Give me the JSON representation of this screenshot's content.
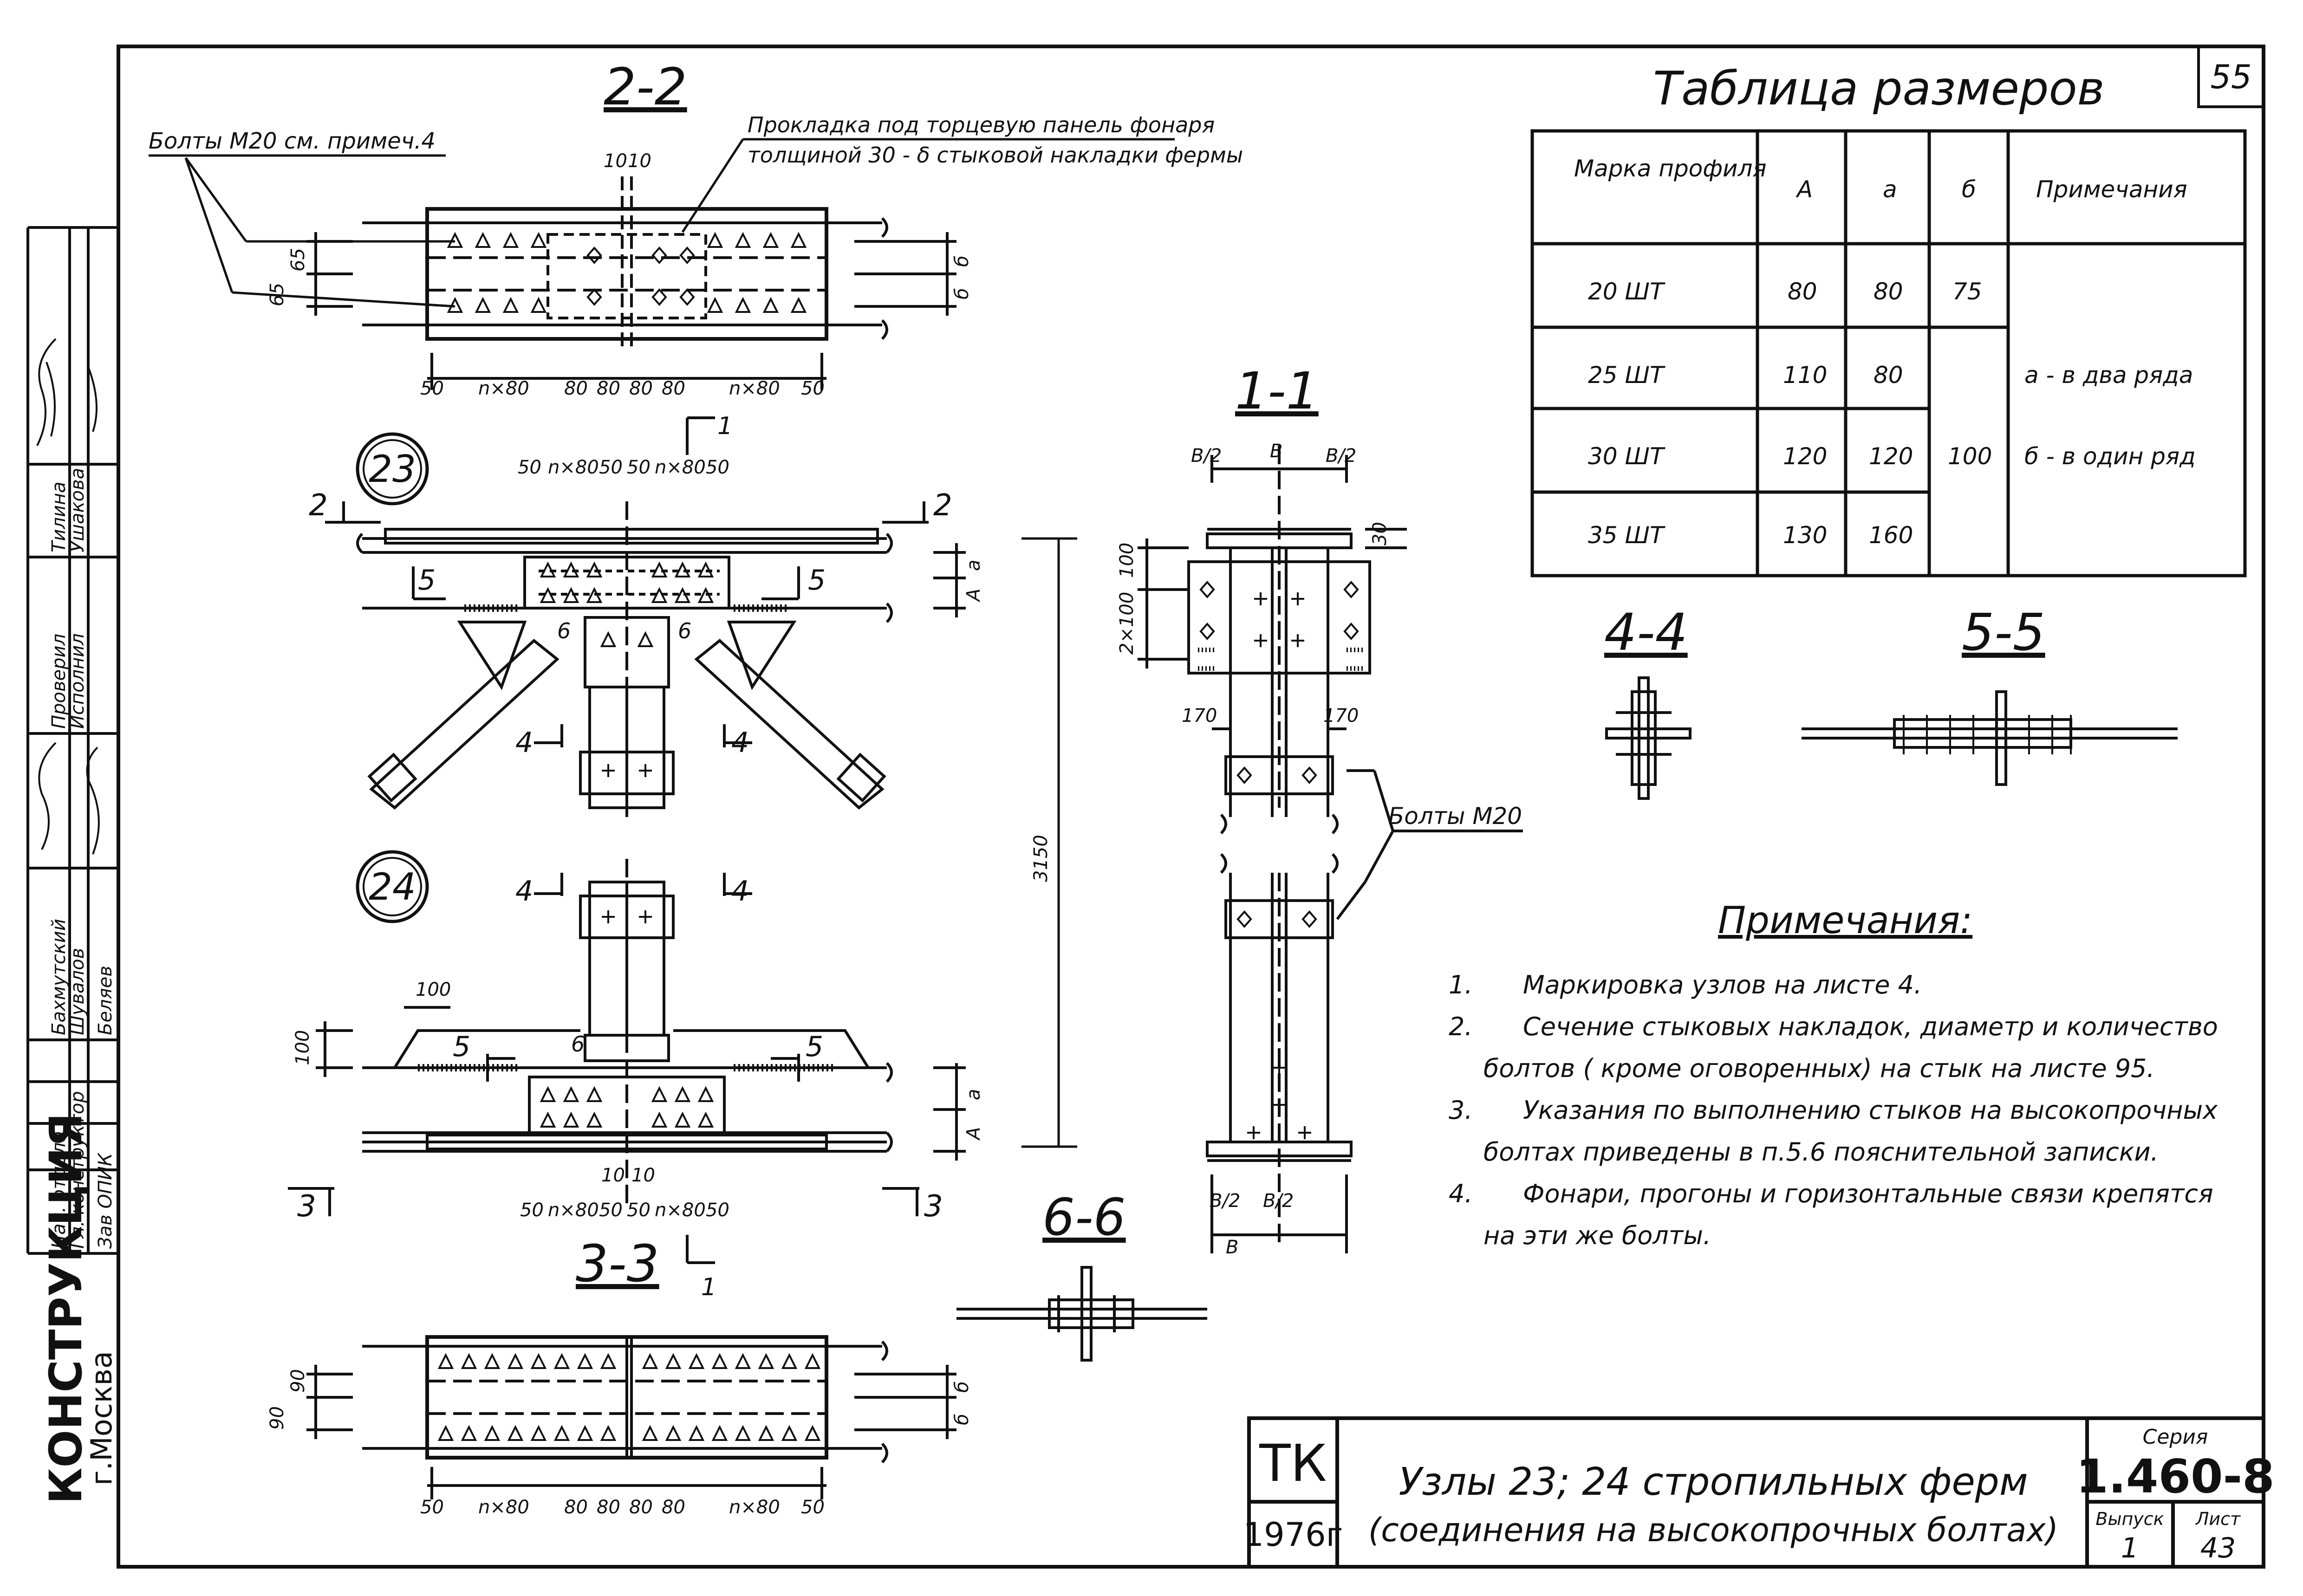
{
  "sheet": {
    "page_number": "55",
    "stamp_tk": "ТК",
    "stamp_year": "1976г",
    "title_line1": "Узлы 23; 24 стропильных ферм",
    "title_line2": "(соединения на высокопрочных болтах)",
    "series_label": "Серия",
    "series_value": "1.460-8",
    "issue_label": "Выпуск",
    "issue_value": "1",
    "sheet_label": "Лист",
    "sheet_value": "43"
  },
  "side": {
    "org": "КОНСТРУКЦИЯ",
    "city": "г.Москва",
    "roles": [
      "Нач. отдела",
      "Гл. конструктор",
      "Зав ОПИК",
      "Проверил",
      "Исполнил"
    ],
    "names": [
      "Бахмутский",
      "Шувалов",
      "Беляев",
      "Тилина",
      "Ушакова"
    ]
  },
  "size_table": {
    "title": "Таблица размеров",
    "headers": [
      "Марка профиля",
      "А",
      "а",
      "б",
      "Примечания"
    ],
    "rows": [
      {
        "mark": "20 ШТ",
        "A": "80",
        "a": "80"
      },
      {
        "mark": "25 ШТ",
        "A": "110",
        "a": "80"
      },
      {
        "mark": "30 ШТ",
        "A": "120",
        "a": "120"
      },
      {
        "mark": "35 ШТ",
        "A": "130",
        "a": "160"
      }
    ],
    "b_first": "75",
    "b_merged": "100",
    "note_a": "а - в два ряда",
    "note_b": "б - в один ряд"
  },
  "sections": {
    "s22": "2-2",
    "s11": "1-1",
    "s33": "3-3",
    "s44": "4-4",
    "s55": "5-5",
    "s66": "6-6",
    "node23": "23",
    "node24": "24"
  },
  "callouts": {
    "bolts_note": "Болты М20 см. примеч.4",
    "gasket_line1": "Прокладка под торцевую панель фонаря",
    "gasket_line2": "толщиной 30 - δ стыковой накладки фермы",
    "bolts_m20": "Болты М20"
  },
  "dims": {
    "n80": "n×80",
    "d50": "50",
    "d80": "80",
    "d10": "10",
    "d100": "100",
    "d170": "170",
    "d30": "30",
    "d3150": "3150",
    "d65": "65",
    "d90": "90",
    "d2x100": "2×100",
    "dB": "В",
    "dB2": "В/2",
    "dA": "А",
    "da": "а",
    "db": "б",
    "cut1": "1",
    "cut2": "2",
    "cut3": "3",
    "cut4": "4",
    "cut5": "5",
    "cut6": "6"
  },
  "notes": {
    "title": "Примечания:",
    "items": [
      {
        "num": "1.",
        "lines": [
          "Маркировка узлов на листе 4."
        ]
      },
      {
        "num": "2.",
        "lines": [
          "Сечение стыковых накладок, диаметр и количество",
          "болтов ( кроме оговоренных) на стык на листе 95."
        ]
      },
      {
        "num": "3.",
        "lines": [
          "Указания по выполнению стыков на высокопрочных",
          "болтах приведены в п.5.6 пояснительной записки."
        ]
      },
      {
        "num": "4.",
        "lines": [
          "Фонари, прогоны и горизонтальные связи крепятся",
          "на эти же болты."
        ]
      }
    ]
  }
}
